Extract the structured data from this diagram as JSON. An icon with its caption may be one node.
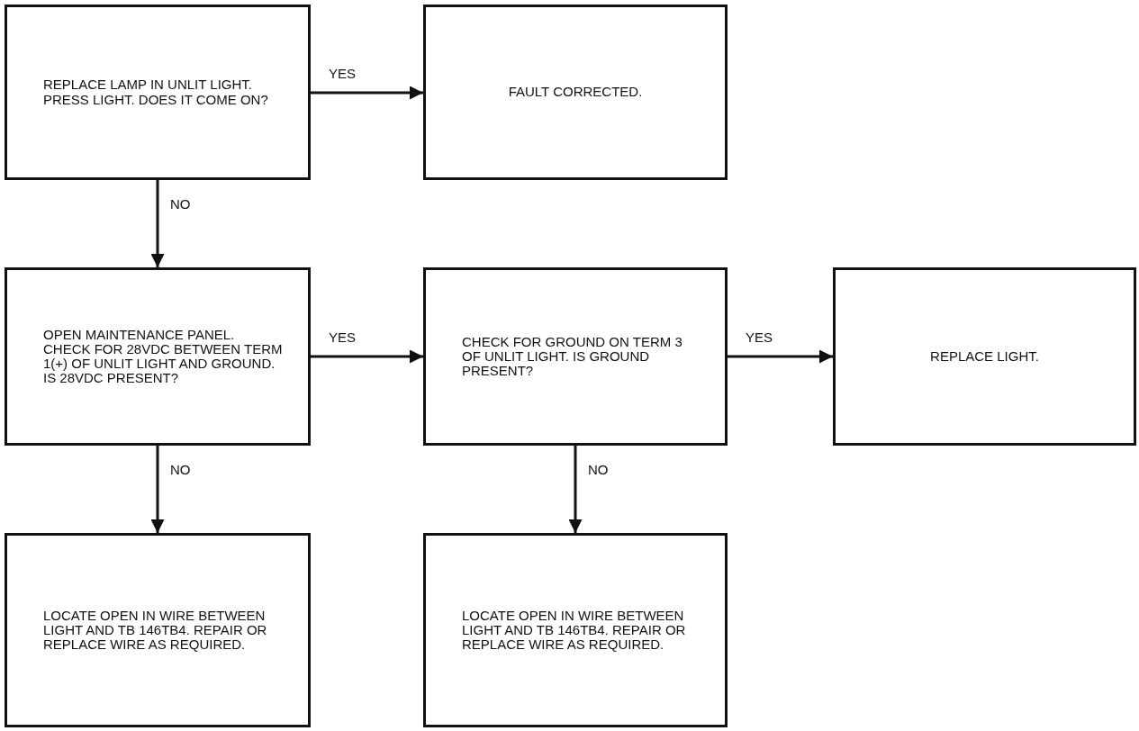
{
  "diagram": {
    "nodes": [
      {
        "text": [
          "REPLACE LAMP IN UNLIT LIGHT. PRESS LIGHT. DOES IT COME ON?"
        ]
      },
      {
        "text": [
          "FAULT CORRECTED."
        ]
      },
      {
        "text": [
          "OPEN MAINTENANCE PANEL. CHECK FOR 28VDC BETWEEN TERM 1(+) OF UNLIT LIGHT AND GROUND. IS 28VDC PRESENT?"
        ]
      },
      {
        "text": [
          "CHECK FOR GROUND ON TERM 3 OF UNLIT LIGHT. IS GROUND PRESENT?"
        ]
      },
      {
        "text": [
          "REPLACE LIGHT."
        ]
      },
      {
        "text": [
          "LOCATE OPEN IN WIRE BETWEEN LIGHT AND TB 146TB4. REPAIR OR REPLACE WIRE AS REQUIRED."
        ]
      },
      {
        "text": [
          "LOCATE OPEN IN WIRE BETWEEN LIGHT AND TB 146TB4. REPAIR OR REPLACE WIRE AS REQUIRED."
        ]
      }
    ],
    "edges": [
      {
        "from": 0,
        "to": 1,
        "arrow": "to",
        "label": "YES"
      },
      {
        "from": 0,
        "to": 2,
        "arrow": "to",
        "label": "NO"
      },
      {
        "from": 2,
        "to": 3,
        "arrow": "to",
        "label": "YES"
      },
      {
        "from": 3,
        "to": 4,
        "arrow": "to",
        "label": "YES"
      },
      {
        "from": 2,
        "to": 5,
        "arrow": "to",
        "label": "NO"
      },
      {
        "from": 3,
        "to": 6,
        "arrow": "to",
        "label": "NO"
      }
    ]
  }
}
